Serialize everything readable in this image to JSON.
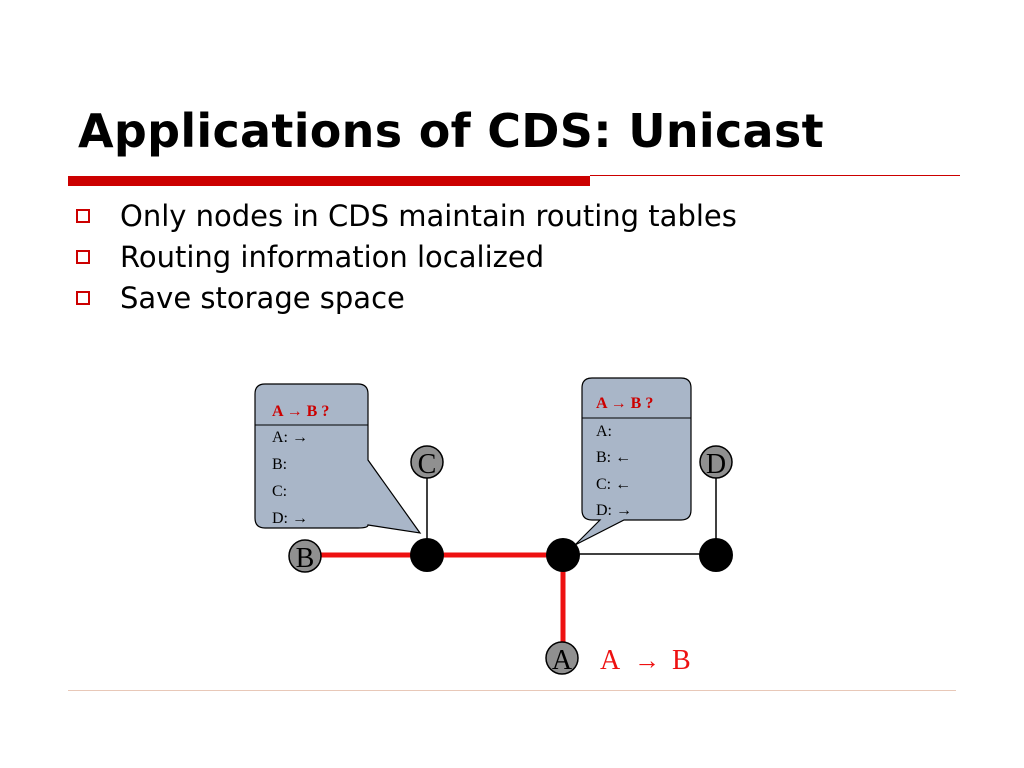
{
  "slide": {
    "title": "Applications of CDS: Unicast",
    "bullets": [
      "Only nodes in CDS maintain routing tables",
      "Routing information localized",
      "Save storage space"
    ]
  },
  "diagram": {
    "node_labels": {
      "a": "A",
      "b": "B",
      "c": "C",
      "d": "D"
    },
    "route_caption": {
      "from": "A",
      "arrow": "→",
      "to": "B"
    },
    "callout_left": {
      "header": "A → B ?",
      "rows": [
        "A: →",
        "B:",
        "C:",
        "D: →"
      ]
    },
    "callout_right": {
      "header": "A → B ?",
      "rows": [
        "A:",
        "B: ←",
        "C: ←",
        "D: →"
      ]
    },
    "colors": {
      "route": "#ee1111",
      "accent_text": "#cc0000",
      "callout_fill": "#a9b6c8",
      "labeled_node_fill": "#909090",
      "cds_node_fill": "#000000"
    }
  }
}
